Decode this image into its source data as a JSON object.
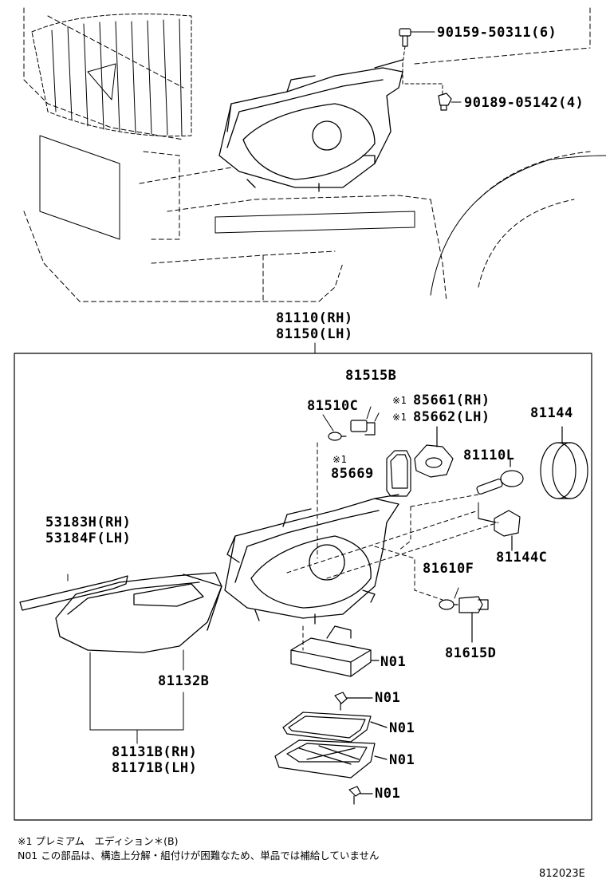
{
  "parts": {
    "bolt1": "90159-50311(6)",
    "bolt2": "90189-05142(4)",
    "headlamp_rh": "81110(RH)",
    "headlamp_lh": "81150(LH)",
    "p81515b": "81515B",
    "p81510c": "81510C",
    "p85661_mark": "※1",
    "p85661": "85661(RH)",
    "p85662_mark": "※1",
    "p85662": "85662(LH)",
    "p85669_mark": "※1",
    "p85669": "85669",
    "p81144": "81144",
    "p81110l": "81110L",
    "p81144c": "81144C",
    "p53183h": "53183H(RH)",
    "p53184f": "53184F(LH)",
    "p81610f": "81610F",
    "p81615d": "81615D",
    "p81132b": "81132B",
    "n01_a": "N01",
    "n01_b": "N01",
    "n01_c": "N01",
    "n01_d": "N01",
    "n01_e": "N01",
    "p81131b": "81131B(RH)",
    "p81171b": "81171B(LH)"
  },
  "notes": {
    "note1": "※1 プレミアム　エディション＊(B)",
    "note2": "N01 この部品は、構造上分解・組付けが困難なため、単品では補給していません"
  },
  "figure_id": "812023E"
}
